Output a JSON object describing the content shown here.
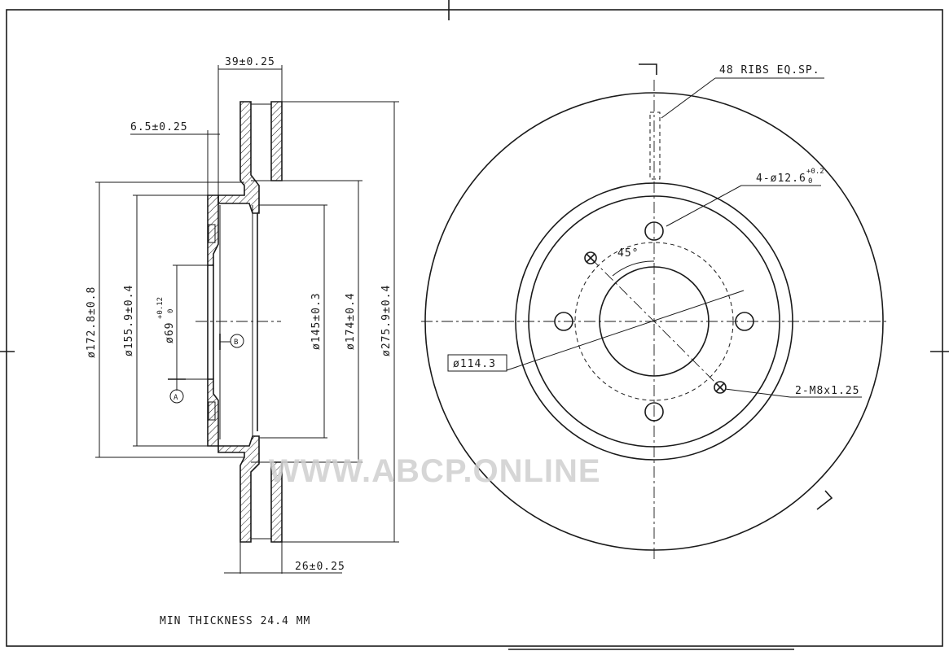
{
  "dimensions": {
    "width_39": "39±0.25",
    "flange_6_5": "6.5±0.25",
    "dia_172_8": "ø172.8±0.8",
    "dia_155_9": "ø155.9±0.4",
    "dia_69": "ø69",
    "dia_69_tol_plus": "+0.12",
    "dia_69_tol_minus": "0",
    "dia_145": "ø145±0.3",
    "dia_174": "ø174±0.4",
    "dia_275_9": "ø275.9±0.4",
    "thickness_26": "26±0.25",
    "pcd": "ø114.3",
    "bolt_holes": "4-ø12.6",
    "bolt_tol_plus": "+0.2",
    "bolt_tol_minus": "0",
    "threads": "2-M8x1.25",
    "ribs": "48 RIBS EQ.SP.",
    "angle": "45°"
  },
  "datums": {
    "a": "A",
    "b": "B"
  },
  "notes": {
    "min_thickness": "MIN THICKNESS 24.4 MM"
  },
  "watermark": "WWW.ABCP.ONLINE"
}
